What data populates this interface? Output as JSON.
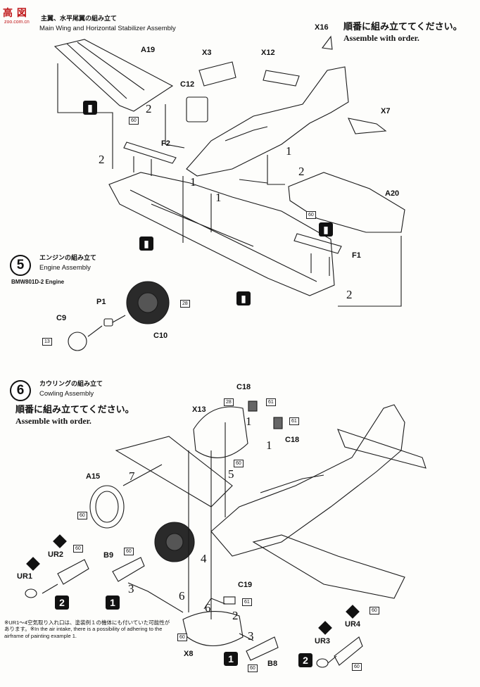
{
  "watermark": {
    "logo": "高 図",
    "sub": "zoo.com.cn"
  },
  "step4": {
    "title_jp": "主翼、水平尾翼の組み立て",
    "title_en": "Main Wing and  Horizontal Stabilizer Assembly",
    "order_jp": "順番に組み立ててください。",
    "order_en": "Assemble with order.",
    "parts": [
      "X16",
      "A19",
      "X3",
      "X12",
      "C12",
      "X7",
      "F2",
      "A20",
      "F1"
    ],
    "codes": [
      "60",
      "60"
    ],
    "seq_numbers": [
      "2",
      "2",
      "2",
      "2",
      "1",
      "1",
      "1"
    ]
  },
  "step5": {
    "number": "5",
    "title_jp": "エンジンの組み立て",
    "title_en": "Engine Assembly",
    "engine": "BMW801D-2 Engine",
    "parts": [
      "P1",
      "C9",
      "C10"
    ],
    "codes": [
      "28",
      "13"
    ]
  },
  "step6": {
    "number": "6",
    "title_jp": "カウリングの組み立て",
    "title_en": "Cowling Assembly",
    "order_jp": "順番に組み立ててください。",
    "order_en": "Assemble with order.",
    "parts": [
      "C18",
      "X13",
      "C18",
      "A15",
      "UR2",
      "UR1",
      "B9",
      "C19",
      "X8",
      "B8",
      "UR4",
      "UR3"
    ],
    "codes": [
      "28",
      "61",
      "61",
      "60",
      "60",
      "60",
      "60",
      "61",
      "60",
      "60",
      "60",
      "60"
    ],
    "seq_numbers": [
      "1",
      "1",
      "5",
      "7",
      "4",
      "3",
      "6",
      "6",
      "2",
      "3"
    ],
    "markers": [
      "2",
      "1",
      "1",
      "2"
    ],
    "note": "※UR1～4空気取り入れ口は、塗装例１の機体にも付いていた可能性があります。※In the air intake, there is a possibility of adhering to the airframe of painting example 1."
  }
}
